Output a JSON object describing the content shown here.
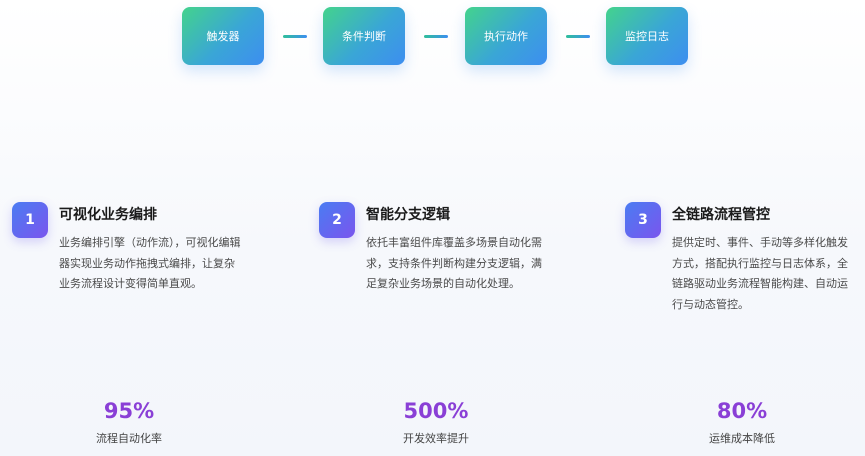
{
  "flow": {
    "nodes": [
      "触发器",
      "条件判断",
      "执行动作",
      "监控日志"
    ]
  },
  "features": [
    {
      "number": "1",
      "title": "可视化业务编排",
      "desc": "业务编排引擎（动作流），可视化编辑器实现业务动作拖拽式编排，让复杂业务流程设计变得简单直观。"
    },
    {
      "number": "2",
      "title": "智能分支逻辑",
      "desc": "依托丰富组件库覆盖多场景自动化需求，支持条件判断构建分支逻辑，满足复杂业务场景的自动化处理。"
    },
    {
      "number": "3",
      "title": "全链路流程管控",
      "desc": "提供定时、事件、手动等多样化触发方式，搭配执行监控与日志体系，全链路驱动业务流程智能构建、自动运行与动态管控。"
    }
  ],
  "stats": [
    {
      "value": "95%",
      "label": "流程自动化率"
    },
    {
      "value": "500%",
      "label": "开发效率提升"
    },
    {
      "value": "80%",
      "label": "运维成本降低"
    }
  ]
}
